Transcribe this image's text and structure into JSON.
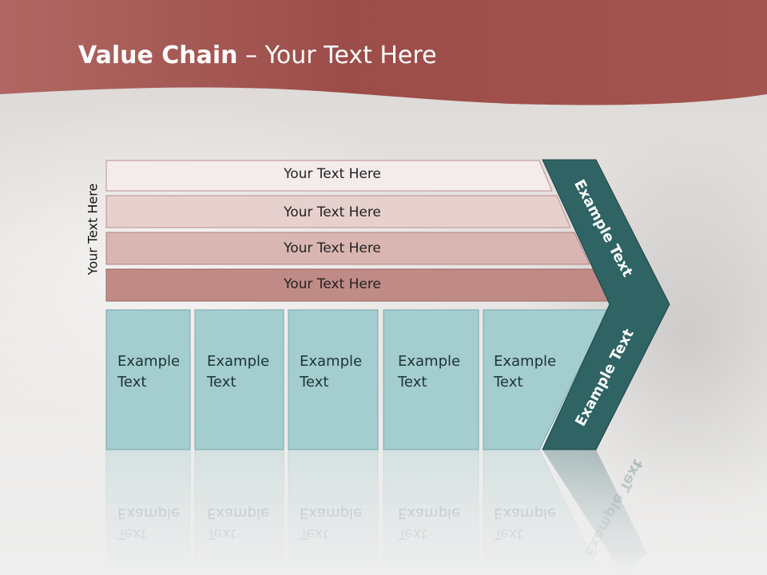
{
  "slide": {
    "title_bold": "Value Chain",
    "title_rest": " – Your Text Here",
    "side_label": "Your Text Here"
  },
  "bars": [
    {
      "label": "Your Text Here"
    },
    {
      "label": "Your Text Here"
    },
    {
      "label": "Your Text Here"
    },
    {
      "label": "Your Text Here"
    }
  ],
  "cells": [
    {
      "line1": "Example",
      "line2": "Text"
    },
    {
      "line1": "Example",
      "line2": "Text"
    },
    {
      "line1": "Example",
      "line2": "Text"
    },
    {
      "line1": "Example",
      "line2": "Text"
    },
    {
      "line1": "Example",
      "line2": "Text"
    }
  ],
  "chevron": {
    "top_label": "Example Text",
    "bottom_label": "Example Text"
  },
  "colors": {
    "banner": "#a4544f",
    "bar1": "#f4eceb",
    "bar2": "#e7d1cf",
    "bar3": "#d9b6b1",
    "bar4": "#c08b86",
    "cell": "#a3cdcf",
    "chevron": "#2f6364"
  }
}
